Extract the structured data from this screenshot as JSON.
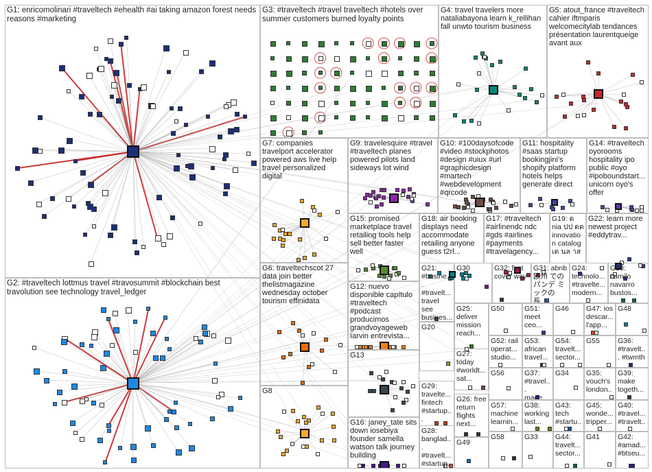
{
  "graph": {
    "groups": [
      {
        "id": "G1",
        "label": "G1: enricomolinari #traveltech #ehealth #ai taking amazon forest needs reasons #marketing",
        "hub": "enricomolinari",
        "color": "#1a2f7a"
      },
      {
        "id": "G2",
        "label": "G2: #traveltech lottmus travel #travosummit #blockchain best travolution see technology travel_ledger",
        "hub": "lottmus",
        "color": "#1e88e5"
      },
      {
        "id": "G3",
        "label": "G3: #traveltech #travel traveltech #hotels over summer customers burned loyalty points",
        "color": "#2e7d32"
      },
      {
        "id": "G4",
        "label": "G4: travel travelers more nataliabayona learn k_rellihan fall unwto tourism business",
        "color": "#00897b"
      },
      {
        "id": "G5",
        "label": "G5: atout_france #traveltech cahier iftmparis welcomecitylab tendances présentation laurentqueige avant aux",
        "color": "#c62828"
      },
      {
        "id": "G7",
        "label": "G7: companies travelport accelerator powered aws live help travel personalized digital",
        "color": "#f9a825"
      },
      {
        "id": "G9",
        "label": "G9: travelesquire #travel #traveltech planes powered pilots land sideways lot wind",
        "color": "#8e24aa"
      },
      {
        "id": "G10",
        "label": "G10: #100daysofcode #video #stockphotos #design #uiux #url #graphicdesign #martech #webdevelopment #qrcode",
        "color": "#6d4c41"
      },
      {
        "id": "G11",
        "label": "G11: hospitality #saas startup bookingjini's shopify platform hotels helps generate direct",
        "color": "#3949ab"
      },
      {
        "id": "G14",
        "label": "G14: #traveltech oyorooms hospitality ipo public #oyo #ipoboundstart... unicorn oyo's offer",
        "color": "#5e35b1"
      },
      {
        "id": "G6",
        "label": "G6: traveltechscot 27 data join better thelistmagazine wednesday october tourism effinidata",
        "color": "#ef6c00"
      },
      {
        "id": "G15",
        "label": "G15: promised marketplace travel retailing tools help sell better faster well",
        "color": "#558b2f"
      },
      {
        "id": "G18",
        "label": "G18: air booking displays need accommodate retailing anyone guess t2rl...",
        "color": "#00838f"
      },
      {
        "id": "G17",
        "label": "G17: #traveltech #airlinendc ndc #gds #airlines #payments #travelagency...",
        "color": "#ad1457"
      },
      {
        "id": "G19",
        "label": "G19: ด nia ปป ดด innovation catalog เด นล าส",
        "color": "#4527a0"
      },
      {
        "id": "G22",
        "label": "G22: learn more newest project #eddytrav...",
        "color": "#283593"
      },
      {
        "id": "G12",
        "label": "G12: nuevo disponible capítulo #traveltech #podcast producimos grandvoyageweb ïarvin entrevista...",
        "color": "#f57f17"
      },
      {
        "id": "G21",
        "label": "G21: #busine... #travelt... travel see busines...",
        "color": "#37474f"
      },
      {
        "id": "G30",
        "label": "G30",
        "color": "#6a1b9a"
      },
      {
        "id": "G32",
        "label": "G32: first cover way",
        "color": "#4e342e"
      },
      {
        "id": "G31",
        "label": "G31: abnb 欧州 でのパンデ ミックの長...",
        "color": "#1565c0"
      },
      {
        "id": "G24",
        "label": "G24: technolo... #travelte... modern...",
        "color": "#0277bd"
      },
      {
        "id": "G23",
        "label": "G23: camilo navarro bustos...",
        "color": "#00695c"
      },
      {
        "id": "G25",
        "label": "G25: deliver mission reach...",
        "color": "#2e7d32"
      },
      {
        "id": "G20",
        "label": "G20",
        "color": "#9e9d24"
      },
      {
        "id": "G50",
        "label": "G50",
        "color": "#1565c0"
      },
      {
        "id": "G51",
        "label": "G51: meet ceo...",
        "color": "#283593"
      },
      {
        "id": "G46",
        "label": "G46",
        "color": "#0d47a1"
      },
      {
        "id": "G47",
        "label": "G47: ios descar... l'app...",
        "color": "#d84315"
      },
      {
        "id": "G48",
        "label": "G48",
        "color": "#00838f"
      },
      {
        "id": "G13",
        "label": "G13",
        "color": "#37474f"
      },
      {
        "id": "G27",
        "label": "G27: today #worldt... sat...",
        "color": "#6d4c41"
      },
      {
        "id": "G52",
        "label": "G52: rail operat... studio...",
        "color": "#1a237e"
      },
      {
        "id": "G53",
        "label": "G53: african travel...",
        "color": "#3e2723"
      },
      {
        "id": "G54",
        "label": "G54: travelt... sector...",
        "color": "#1b5e20"
      },
      {
        "id": "G55",
        "label": "G55",
        "color": "#880e4f"
      },
      {
        "id": "G36",
        "label": "G36: #travelt... #twmth",
        "color": "#4a148c"
      },
      {
        "id": "G8",
        "label": "G8",
        "color": "#f9a825"
      },
      {
        "id": "G29",
        "label": "G29: travelte... fintech #startup...",
        "color": "#bf360c"
      },
      {
        "id": "G56",
        "label": "G56",
        "color": "#006064"
      },
      {
        "id": "G37",
        "label": "G37: #travel... made...",
        "color": "#311b92"
      },
      {
        "id": "G34",
        "label": "G34",
        "color": "#33691e"
      },
      {
        "id": "G35",
        "label": "G35: vouch's london...",
        "color": "#0d47a1"
      },
      {
        "id": "G39",
        "label": "G39: make togeth...",
        "color": "#4e342e"
      },
      {
        "id": "G26",
        "label": "G26: free return flights next...",
        "color": "#263238"
      },
      {
        "id": "G57",
        "label": "G57: machine learnin...",
        "color": "#1a237e"
      },
      {
        "id": "G38",
        "label": "G38: working last...",
        "color": "#827717"
      },
      {
        "id": "G43",
        "label": "G43: tech #startu...",
        "color": "#01579b"
      },
      {
        "id": "G45",
        "label": "G45: wonde... tripper...",
        "color": "#b71c1c"
      },
      {
        "id": "G40",
        "label": "G40: #travel... #travelt...",
        "color": "#1b5e20"
      },
      {
        "id": "G16",
        "label": "G16: janey_tate sits down iosebiya founder samella watson talk journey building",
        "color": "#4a148c"
      },
      {
        "id": "G28",
        "label": "G28: banglad... #travelt... #startup...",
        "color": "#e65100"
      },
      {
        "id": "G49",
        "label": "G49",
        "color": "#0277bd"
      },
      {
        "id": "G58",
        "label": "G58",
        "color": "#263238"
      },
      {
        "id": "G33",
        "label": "G33",
        "color": "#4527a0"
      },
      {
        "id": "G44",
        "label": "G44: travelt... sector...",
        "color": "#00695c"
      },
      {
        "id": "G41",
        "label": "G41",
        "color": "#37474f"
      },
      {
        "id": "G42",
        "label": "G42: #amad... #btseu...",
        "color": "#1a237e"
      }
    ]
  }
}
